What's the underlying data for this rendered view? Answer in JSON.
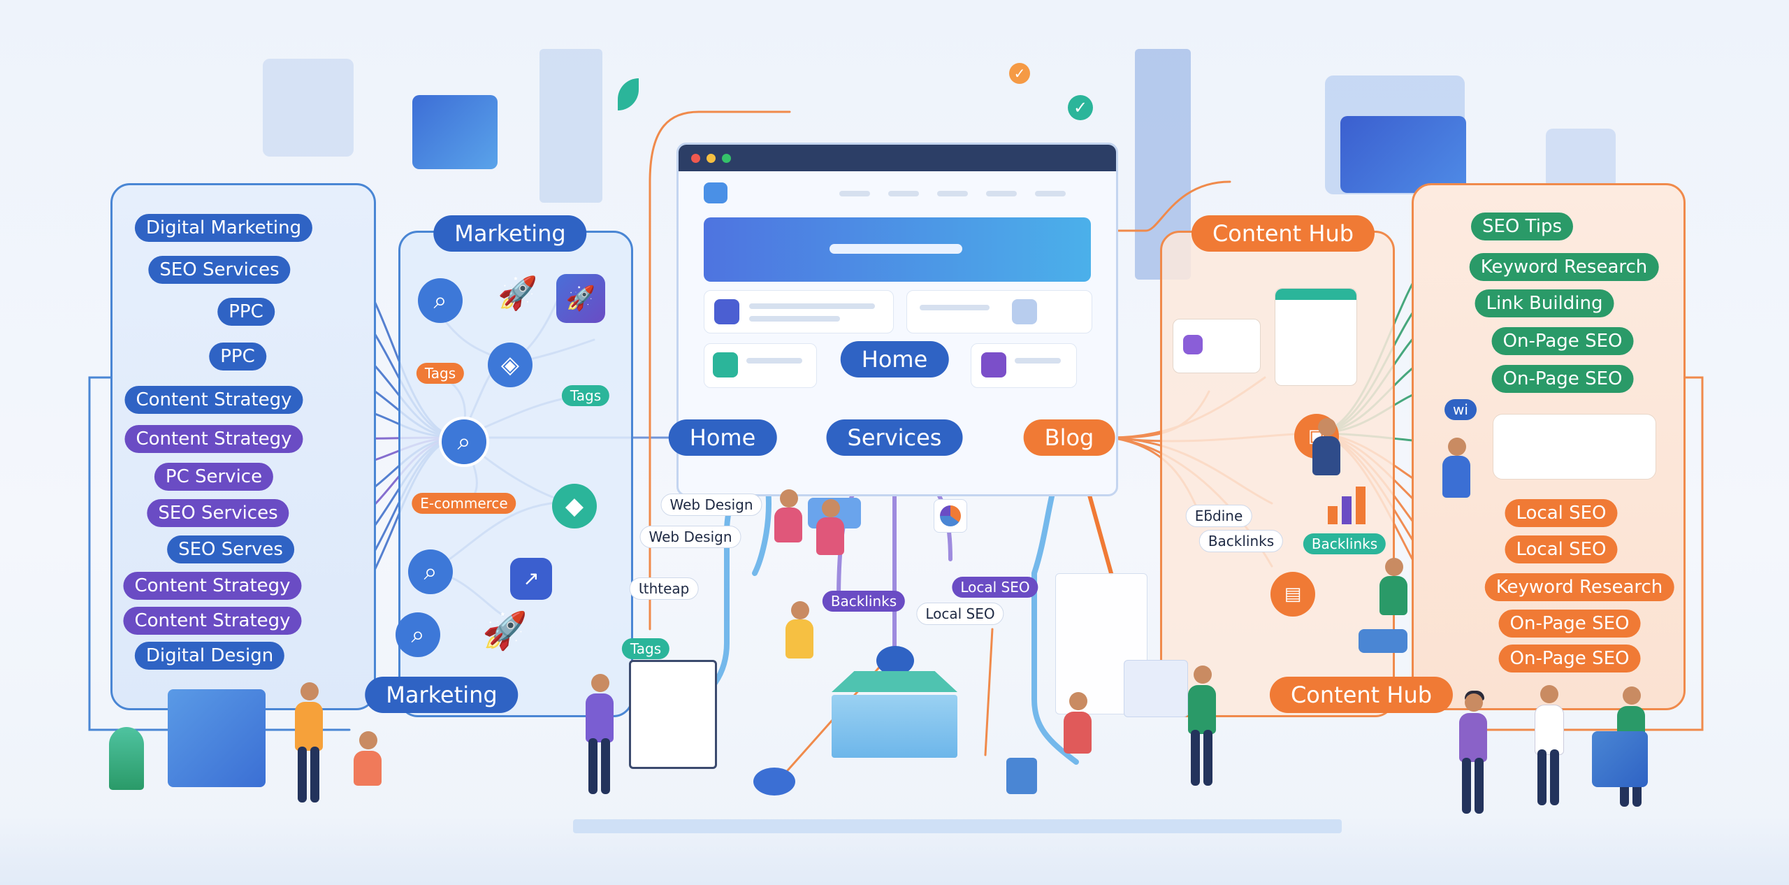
{
  "left_list": [
    {
      "label": "Digital Marketing",
      "color": "blue"
    },
    {
      "label": "SEO Services",
      "color": "blue"
    },
    {
      "label": "PPC",
      "color": "blue"
    },
    {
      "label": "PPC",
      "color": "blue"
    },
    {
      "label": "Content Strategy",
      "color": "blue"
    },
    {
      "label": "Content Strategy",
      "color": "purple"
    },
    {
      "label": "PC Service",
      "color": "purple"
    },
    {
      "label": "SEO Services",
      "color": "purple"
    },
    {
      "label": "SEO Serves",
      "color": "blue"
    },
    {
      "label": "Content Strategy",
      "color": "purple"
    },
    {
      "label": "Content Strategy",
      "color": "purple"
    },
    {
      "label": "Digital Design",
      "color": "blue"
    }
  ],
  "marketing": {
    "title": "Marketing",
    "footer": "Marketing",
    "tags_left": "Tags",
    "tags_right": "Tags",
    "ecommerce": "E-commerce"
  },
  "center": {
    "home_top": "Home",
    "home": "Home",
    "services": "Services",
    "blog": "Blog",
    "web_design_1": "Web Design",
    "web_design_2": "Web Design",
    "sitemap": "Ɩthteap",
    "tags": "Tags",
    "backlinks": "Backlinks",
    "local_seo_1": "Local SEO",
    "local_seo_2": "Local SEO"
  },
  "content_hub": {
    "title": "Content Hub",
    "footer": "Content Hub",
    "e_label": "Eƃdine",
    "backlinks_1": "Backlinks",
    "backlinks_2": "Backlinks",
    "chat_bubble": "wi"
  },
  "right_list": [
    {
      "label": "SEO Tips",
      "color": "green"
    },
    {
      "label": "Keyword Research",
      "color": "green"
    },
    {
      "label": "Link Building",
      "color": "green"
    },
    {
      "label": "On-Page SEO",
      "color": "green"
    },
    {
      "label": "On-Page SEO",
      "color": "green"
    },
    {
      "label": "On-Page SEO",
      "color": "green"
    },
    {
      "label": "Local SEO",
      "color": "orange"
    },
    {
      "label": "Local SEO",
      "color": "orange"
    },
    {
      "label": "Keyword Research",
      "color": "orange"
    },
    {
      "label": "On-Page SEO",
      "color": "orange"
    },
    {
      "label": "On-Page SEO",
      "color": "orange"
    }
  ],
  "colors": {
    "blue": "#2f63c4",
    "purple": "#6a4cc4",
    "green": "#2a9a68",
    "orange": "#f07a35",
    "panel_blue": "#4a86d4",
    "panel_orange": "#f08a4b"
  }
}
